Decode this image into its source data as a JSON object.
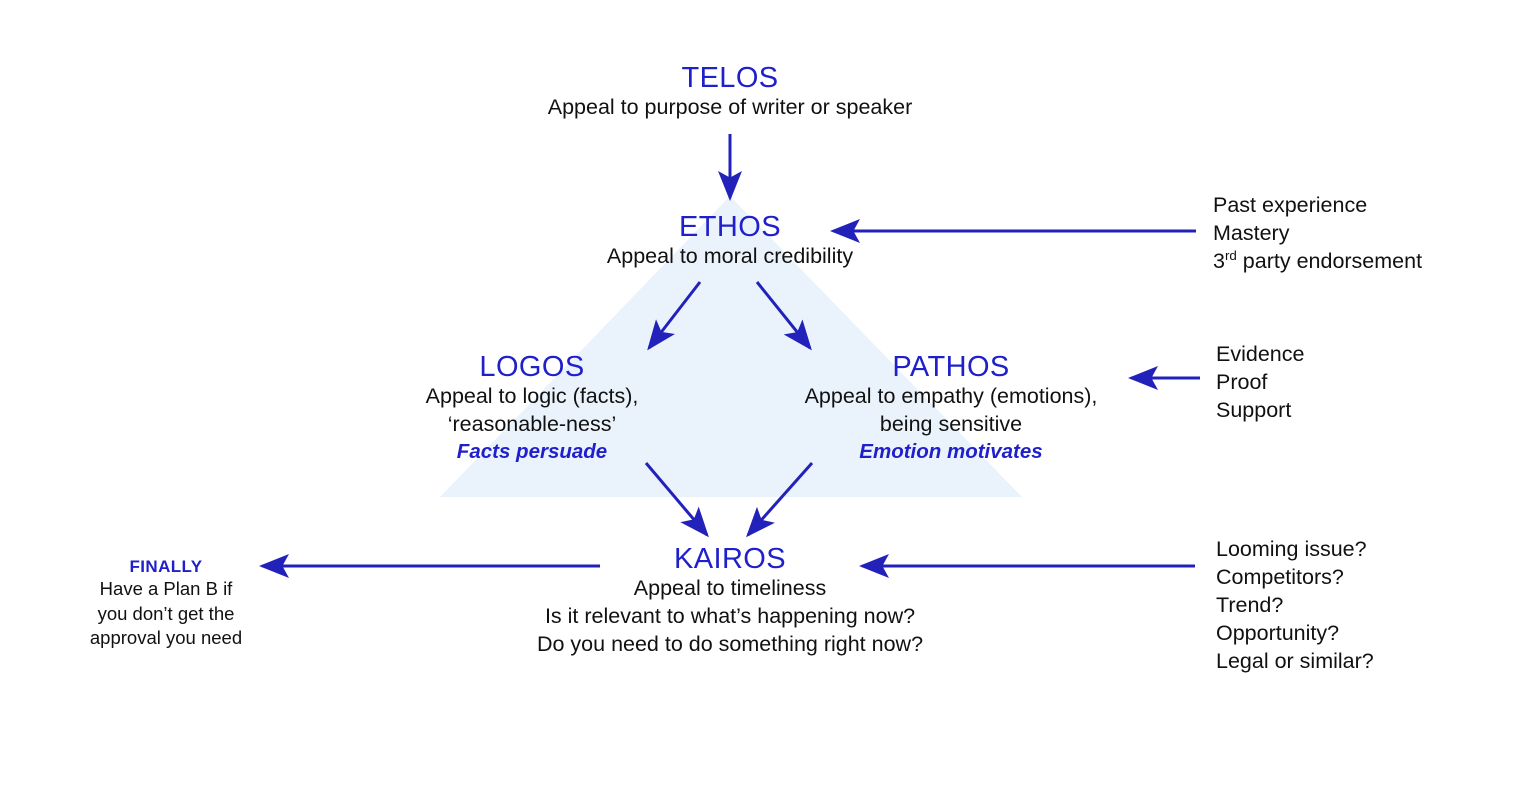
{
  "diagram": {
    "title_nodes": {
      "telos": {
        "heading": "TELOS",
        "line1": "Appeal to purpose of writer or speaker"
      },
      "ethos": {
        "heading": "ETHOS",
        "line1": "Appeal to moral credibility"
      },
      "logos": {
        "heading": "LOGOS",
        "line1": "Appeal to logic (facts),",
        "line2": "‘reasonable-ness’",
        "tagline": "Facts persuade"
      },
      "pathos": {
        "heading": "PATHOS",
        "line1": "Appeal to empathy (emotions),",
        "line2": "being sensitive",
        "tagline": "Emotion motivates"
      },
      "kairos": {
        "heading": "KAIROS",
        "line1": "Appeal to timeliness",
        "line2": "Is it relevant to what’s happening now?",
        "line3": "Do you need to do something right now?"
      }
    },
    "annotations": {
      "ethos_sources": {
        "line1": "Past experience",
        "line2": "Mastery",
        "line3_pre": "3",
        "line3_sup": "rd",
        "line3_post": " party endorsement"
      },
      "pathos_sources": {
        "line1": "Evidence",
        "line2": "Proof",
        "line3": "Support"
      },
      "kairos_sources": {
        "line1": "Looming issue?",
        "line2": "Competitors?",
        "line3": "Trend?",
        "line4": "Opportunity?",
        "line5": "Legal or similar?"
      },
      "finally": {
        "title": "FINALLY",
        "line1": "Have a Plan B if",
        "line2": "you don’t get the",
        "line3": "approval you need"
      }
    },
    "colors": {
      "heading_blue": "#1f1fcc",
      "arrow_blue": "#2222bb",
      "triangle_fill": "#eaf3fb",
      "body_text": "#111111",
      "background": "#ffffff"
    }
  }
}
